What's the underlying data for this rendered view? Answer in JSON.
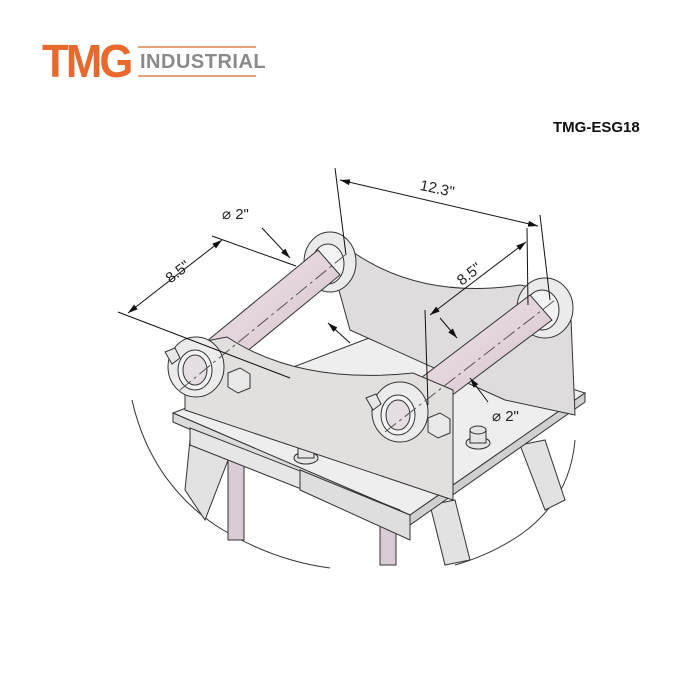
{
  "logo": {
    "brand": "TMG",
    "subtitle": "INDUSTRIAL",
    "brand_color": "#e8682d",
    "subtitle_color": "#8a8a8a"
  },
  "model": "TMG-ESG18",
  "dimensions": {
    "width": "12.3\"",
    "length_left": "8.5\"",
    "length_right": "8.5\"",
    "pin_diameter_left": "⌀ 2\"",
    "pin_diameter_right": "⌀ 2\""
  }
}
